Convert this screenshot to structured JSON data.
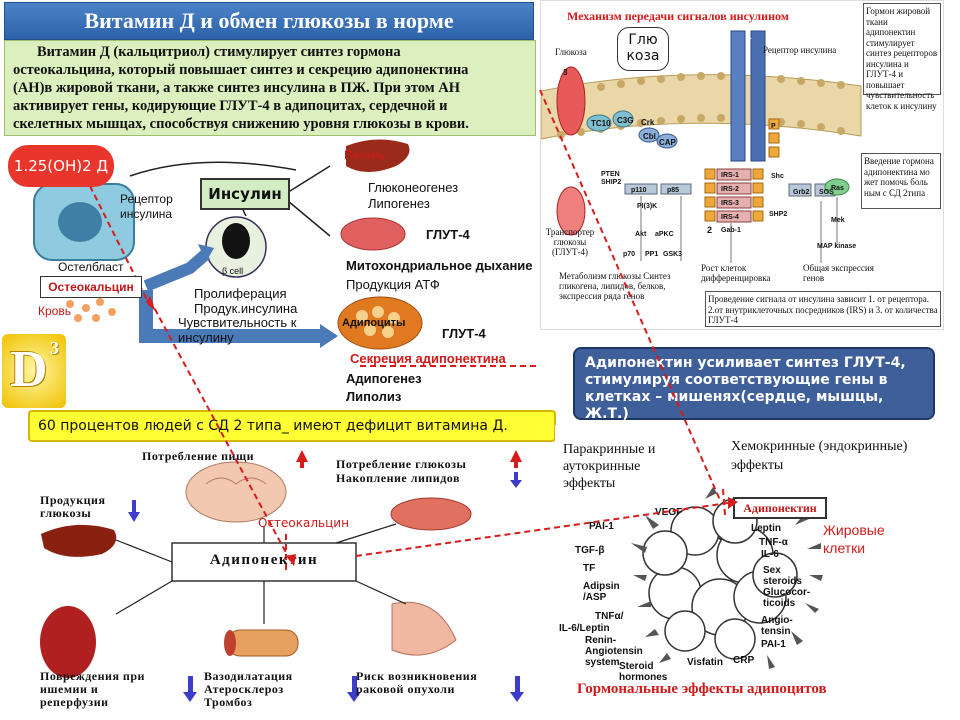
{
  "title": "Витамин Д и обмен глюкозы в норме",
  "intro": {
    "lines": [
      "Витамин Д (кальцитриол) стимулирует синтез гормона",
      "остеокальцина, который  повышает синтез и секрецию адипонектина",
      "(АН)в жировой ткани, а также  синтез инсулина в ПЖ. При этом АН",
      "активирует гены, кодирующие ГЛУТ-4 в адипоцитах, сердечной и",
      "скелетных мышцах, способствуя снижению уровня глюкозы в крови."
    ]
  },
  "mechanism": {
    "title": "Механизм передачи сигналов инсулином",
    "glucose_bubble": "Глю коза",
    "label_glucose": "Глюкоза",
    "label_receptor": "Рецептор инсулина",
    "label_transporter": "Транспортер глюкозы (ГЛУТ-4)",
    "side_note_top": "Гормон жировой ткани адипонектин стимулирует синтез рецепторов инсулина и ГЛУТ-4 и повышает чувствительность клеток к инсулину",
    "side_note_mid": "Введение гормона адипонектина мо жет помочь боль ным с СД 2типа",
    "bottom_note": "Проведение сигнала от инсулина зависит 1. от рецептора. 2.от внутриклеточных посредников (IRS) и 3. от количества ГЛУТ-4",
    "metabolism": "Метаболизм глюкозы Синтез гликогена, липидов, белков, экспрессия ряда генов",
    "cell_growth": "Рост клеток дифференцировка",
    "gene_expression": "Общая экспрессия генов",
    "proteins": [
      "TC10",
      "CAP",
      "Crk",
      "C3G",
      "Cbl",
      "PTEN SHIP2",
      "p110",
      "p85",
      "PI(3)K",
      "Akt",
      "aPKC",
      "p70",
      "PP1",
      "GSK3",
      "IRS-1",
      "IRS-2",
      "IRS-3",
      "IRS-4",
      "Gab-1",
      "Shc",
      "Grb2",
      "SOS",
      "Ras",
      "SHP2",
      "Mek",
      "MAP kinase",
      "P",
      "1",
      "2",
      "3"
    ]
  },
  "pathway": {
    "vitd_label": "1.25(OH)2 Д",
    "osteoblast": "Остелбласт",
    "receptor": "Рецептор инсулина",
    "osteocalcin": "Остеокальцин",
    "blood": "Кровь",
    "insulin": "Инсулин",
    "beta_cell": "β cell",
    "beta_effects": [
      "Пролиферация",
      "Продук.инсулина"
    ],
    "sensitivity": "Чувствительность к инсулину",
    "liver": "Печень",
    "liver_effects": [
      "Глюконеогенез",
      "Липогенез"
    ],
    "glut4": "ГЛУТ-4",
    "mito": "Митохондриальное дыхание",
    "atp": "Продукция АТФ",
    "adipocytes": "Адипоциты",
    "glut4_2": "ГЛУТ-4",
    "adipo_secretion": "Секреция адипонектина",
    "adipogenesis": "Адипогенез",
    "lipolysis": "Липолиз",
    "d3_logo": "D"
  },
  "adiponectin_summary": {
    "lines": [
      "Адипонектин усиливает  синтез ГЛУТ-4,",
      "стимулируя соответствующие гены  в",
      "клетках – мишенях(сердце, мышцы, Ж.Т.)"
    ]
  },
  "banner": "60 процентов людей с СД 2 типа_ имеют дефицит витамина Д.",
  "lower_left": {
    "food_intake": "Потребление пищи",
    "glucose_uptake": "Потребление глюкозы",
    "lipid_accum": "Накопление липидов",
    "glucose_production": "Продукция глюкозы",
    "osteocalcin": "Остеокальцин",
    "adiponectin": "Адипонектин",
    "ischemia": "Повреждения при ишемии и реперфузии",
    "vaso": "Вазодилатация Атеросклероз Тромбоз",
    "tumor": "Риск возникновения раковой опухоли"
  },
  "lower_right": {
    "paracrine": "Паракринные и аутокринные эффекты",
    "endocrine": "Хемокринные (эндокринные) эффекты",
    "adiponectin": "Адипонектин",
    "fat_cells": "Жировые клетки",
    "factors_left": [
      "PAI-1",
      "TGF-β",
      "TF",
      "Adipsin /ASP",
      "TNFα/",
      "IL-6/Leptin",
      "Renin-Angiotensin system",
      "Steroid hormones"
    ],
    "factors_top": [
      "VEGF"
    ],
    "factors_right": [
      "Leptin",
      "TNF-α",
      "IL-6",
      "Sex steroids Glucocor-ticoids",
      "Angio-tensin",
      "PAI-1",
      "CRP",
      "Visfatin"
    ],
    "caption": "Гормональные эффекты адипоцитов"
  },
  "colors": {
    "title_bg": "#3a71b8",
    "intro_bg": "#dcefbf",
    "vitd_red": "#e8362c",
    "banner_yellow": "#ffff33",
    "arrow_red": "#d81b1b",
    "summary_blue": "#3f5f9a"
  }
}
